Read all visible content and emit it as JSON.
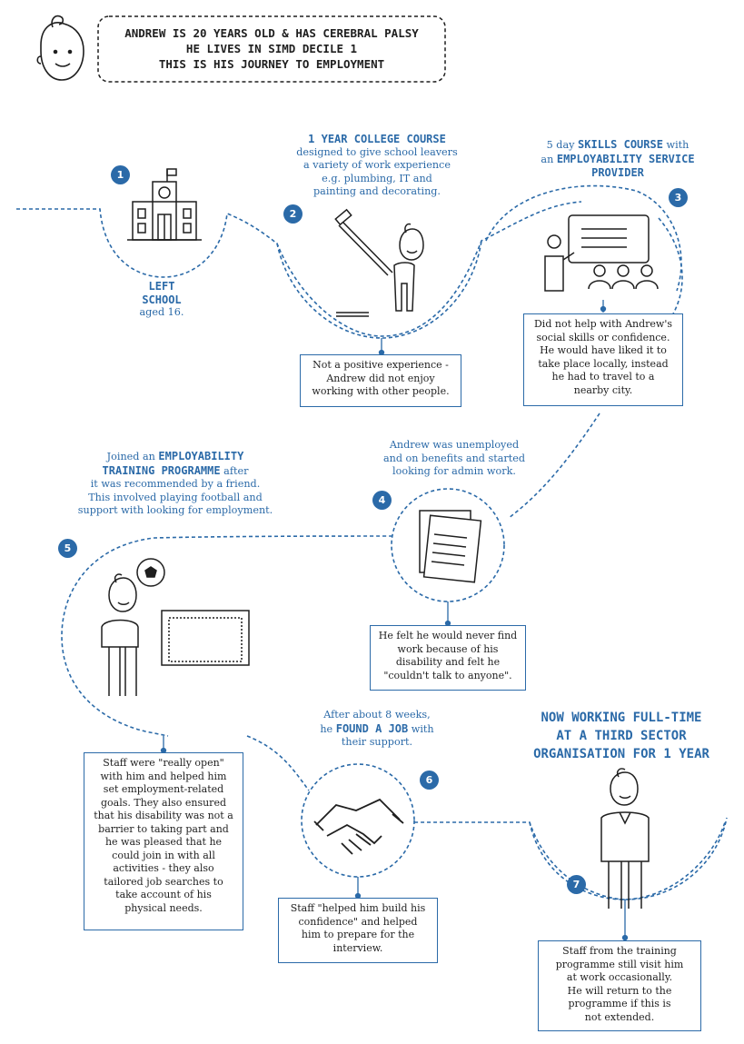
{
  "title": {
    "lines": [
      "ANDREW IS 20 YEARS OLD & HAS CEREBRAL PALSY",
      "HE LIVES IN SIMD DECILE 1",
      "THIS IS HIS JOURNEY TO EMPLOYMENT"
    ]
  },
  "colors": {
    "accent": "#2b6aa8",
    "ink": "#1f1f1f"
  },
  "steps": [
    {
      "number": "1",
      "icon": "school-building-icon",
      "bold1": "LEFT",
      "bold2": "SCHOOL",
      "text": "aged 16."
    },
    {
      "number": "2",
      "icon": "painter-roller-icon",
      "bold": "1 YEAR COLLEGE COURSE",
      "lines": [
        "designed to give school leavers",
        "a variety of work experience",
        "e.g. plumbing, IT and",
        "painting and decorating."
      ],
      "note": [
        "Not a positive experience -",
        "Andrew did not enjoy",
        "working with other people."
      ]
    },
    {
      "number": "3",
      "icon": "presentation-class-icon",
      "pre": "5 day ",
      "bold1": "SKILLS COURSE",
      "post": " with",
      "pre2": "an ",
      "bold2": "EMPLOYABILITY SERVICE",
      "bold3": "PROVIDER",
      "note": [
        "Did not help with Andrew's",
        "social skills or confidence.",
        "He would have liked it to",
        "take place locally, instead",
        "he had to travel to a",
        "nearby city."
      ]
    },
    {
      "number": "4",
      "icon": "documents-icon",
      "lines": [
        "Andrew was unemployed",
        "and on benefits and started",
        "looking for admin work."
      ],
      "note": [
        "He felt he would never find",
        "work because of his",
        "disability and felt he",
        "\"couldn't talk to anyone\"."
      ]
    },
    {
      "number": "5",
      "icon": "football-goal-icon",
      "pre": "Joined an ",
      "bold1": "EMPLOYABILITY",
      "bold2": "TRAINING PROGRAMME",
      "post": " after",
      "lines": [
        "it was recommended by a friend.",
        "This involved playing football and",
        "support with looking for employment."
      ],
      "note": [
        "Staff were \"really open\"",
        "with him and helped him",
        "set employment-related",
        "goals. They also ensured",
        "that his disability was not a",
        "barrier to taking part and",
        "he was pleased that he",
        "could join in with all",
        "activities - they also",
        "tailored job searches to",
        "take account of his",
        "physical needs."
      ]
    },
    {
      "number": "6",
      "icon": "handshake-icon",
      "line1": "After about 8 weeks,",
      "pre": "he ",
      "bold": "FOUND A JOB",
      "post": " with",
      "line3": "their support.",
      "note": [
        "Staff \"helped him build his",
        "confidence\" and helped",
        "him to prepare for the",
        "interview."
      ]
    },
    {
      "number": "7",
      "icon": "office-worker-icon",
      "heading": [
        "NOW WORKING FULL-TIME",
        "AT A THIRD SECTOR",
        "ORGANISATION FOR 1 YEAR"
      ],
      "note": [
        "Staff from the training",
        "programme still visit him",
        "at work occasionally.",
        "He will return to the",
        "programme if this is",
        "not extended."
      ]
    }
  ]
}
